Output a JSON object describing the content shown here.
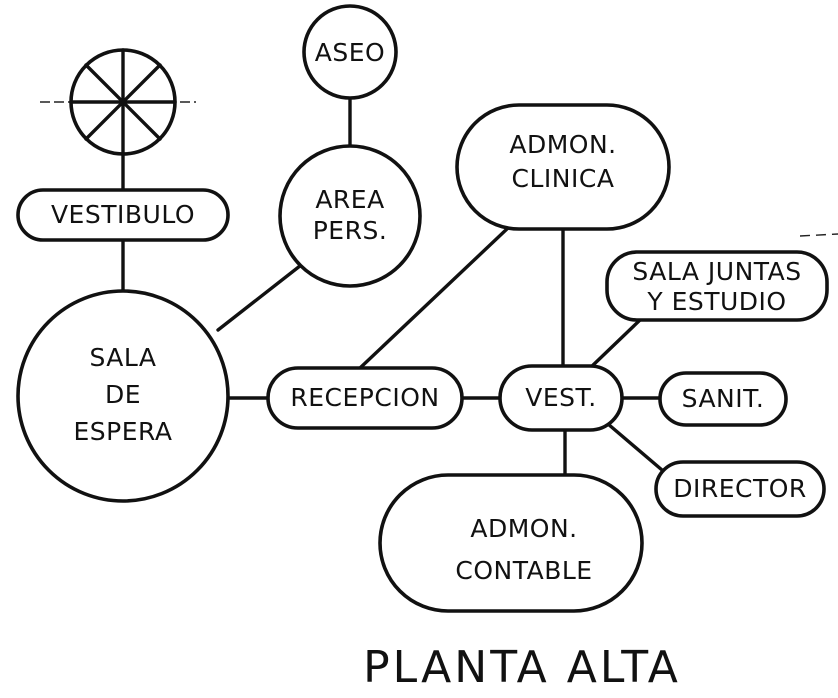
{
  "diagram": {
    "title": "PLANTA ALTA",
    "nodes": {
      "aseo": "ASEO",
      "vestibulo": "VESTIBULO",
      "area_pers": [
        "AREA",
        "PERS."
      ],
      "admon_clinica": [
        "ADMON.",
        "CLINICA"
      ],
      "sala_juntas": [
        "SALA JUNTAS",
        "Y ESTUDIO"
      ],
      "sala_espera": [
        "SALA",
        "DE",
        "ESPERA"
      ],
      "recepcion": "RECEPCION",
      "vest": "VEST.",
      "sanit": "SANIT.",
      "director": "DIRECTOR",
      "admon_contable": [
        "ADMON.",
        "CONTABLE"
      ]
    }
  }
}
